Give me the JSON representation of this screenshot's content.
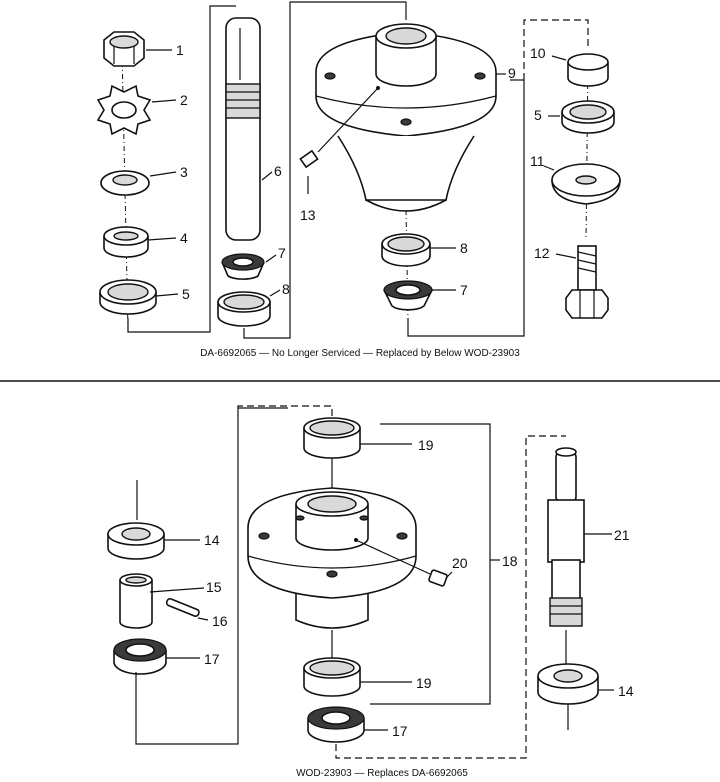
{
  "captions": {
    "top": "DA-6692065 — No Longer Serviced — Replaced by Below WOD-23903",
    "bottom": "WOD-23903 — Replaces DA-6692065"
  },
  "callouts_top": [
    "1",
    "2",
    "3",
    "4",
    "5",
    "6",
    "7",
    "8",
    "9",
    "10",
    "5",
    "11",
    "12",
    "13",
    "8",
    "7"
  ],
  "callouts_bottom": [
    "19",
    "14",
    "15",
    "16",
    "17",
    "20",
    "18",
    "21",
    "19",
    "17",
    "14"
  ]
}
